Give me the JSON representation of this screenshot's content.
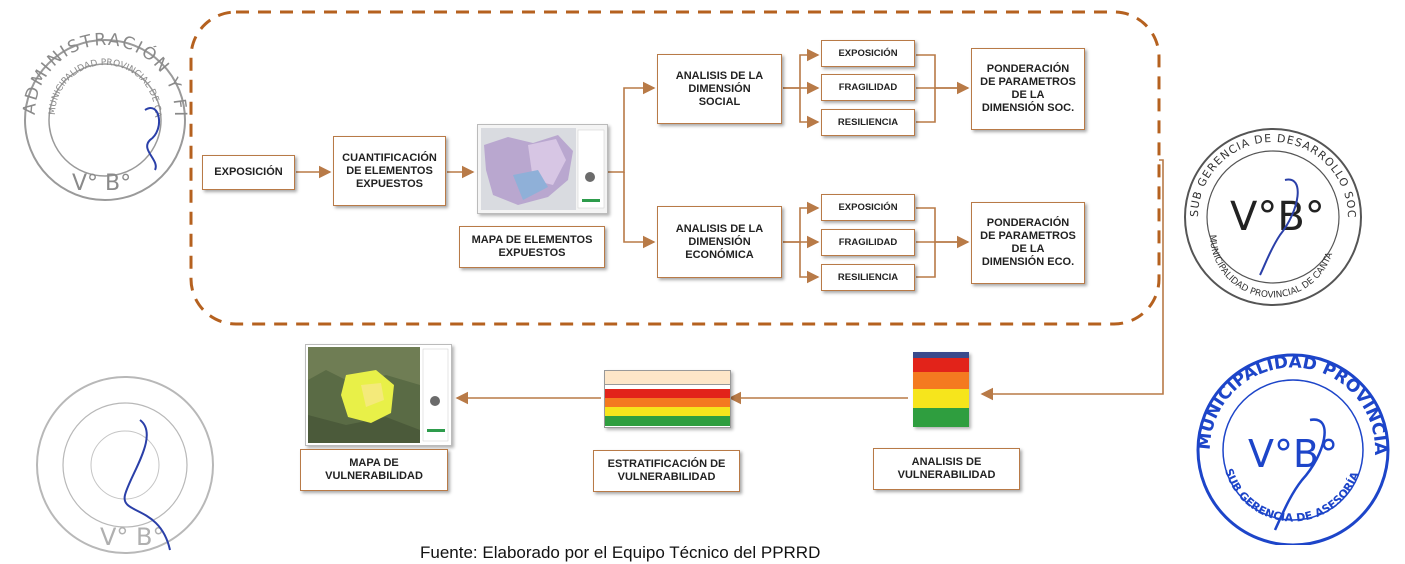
{
  "nodes": {
    "exposicion": "EXPOSICIÓN",
    "cuantificacion": "CUANTIFICACIÓN\nDE ELEMENTOS\nEXPUESTOS",
    "mapa_expuestos": "MAPA DE ELEMENTOS\nEXPUESTOS",
    "social": "ANALISIS DE LA\nDIMENSIÓN\nSOCIAL",
    "economica": "ANALISIS DE LA\nDIMENSIÓN\nECONÓMICA",
    "soc_exposicion": "EXPOSICIÓN",
    "soc_fragilidad": "FRAGILIDAD",
    "soc_resiliencia": "RESILIENCIA",
    "eco_exposicion": "EXPOSICIÓN",
    "eco_fragilidad": "FRAGILIDAD",
    "eco_resiliencia": "RESILIENCIA",
    "pond_soc": "PONDERACIÓN\nDE PARAMETROS\nDE LA\nDIMENSIÓN SOC.",
    "pond_eco": "PONDERACIÓN\nDE PARAMETROS\nDE LA\nDIMENSIÓN ECO.",
    "analisis_vuln": "ANALISIS DE\nVULNERABILIDAD",
    "estratificacion": "ESTRATIFICACIÓN DE\nVULNERABILIDAD",
    "mapa_vuln": "MAPA DE\nVULNERABILIDAD"
  },
  "caption": "Fuente: Elaborado por el Equipo Técnico del PPRRD",
  "stamps": {
    "admin": {
      "top": "ADMINISTRACIÓN Y FINANZAS",
      "inner": "MUNICIPALIDAD PROVINCIAL DE CANTA",
      "vobo": "V° B°"
    },
    "social": {
      "top": "SUB GERENCIA DE DESARROLLO SOCIAL",
      "inner": "MUNICIPALIDAD PROVINCIAL DE CANTA",
      "vobo": "V°B°"
    },
    "transito": {
      "vobo": "V° B°"
    },
    "juridica": {
      "top": "MUNICIPALIDAD PROVINCIAL DE CANTA",
      "inner": "SUB GERENCIA DE ASESORÍA JURÍDICA",
      "vobo": "V°B°"
    }
  },
  "colors": {
    "accent": "#b87a47",
    "dash": "#b5611f",
    "stamp_blue": "#1d45c9",
    "stamp_gray": "#8a8a8a"
  }
}
